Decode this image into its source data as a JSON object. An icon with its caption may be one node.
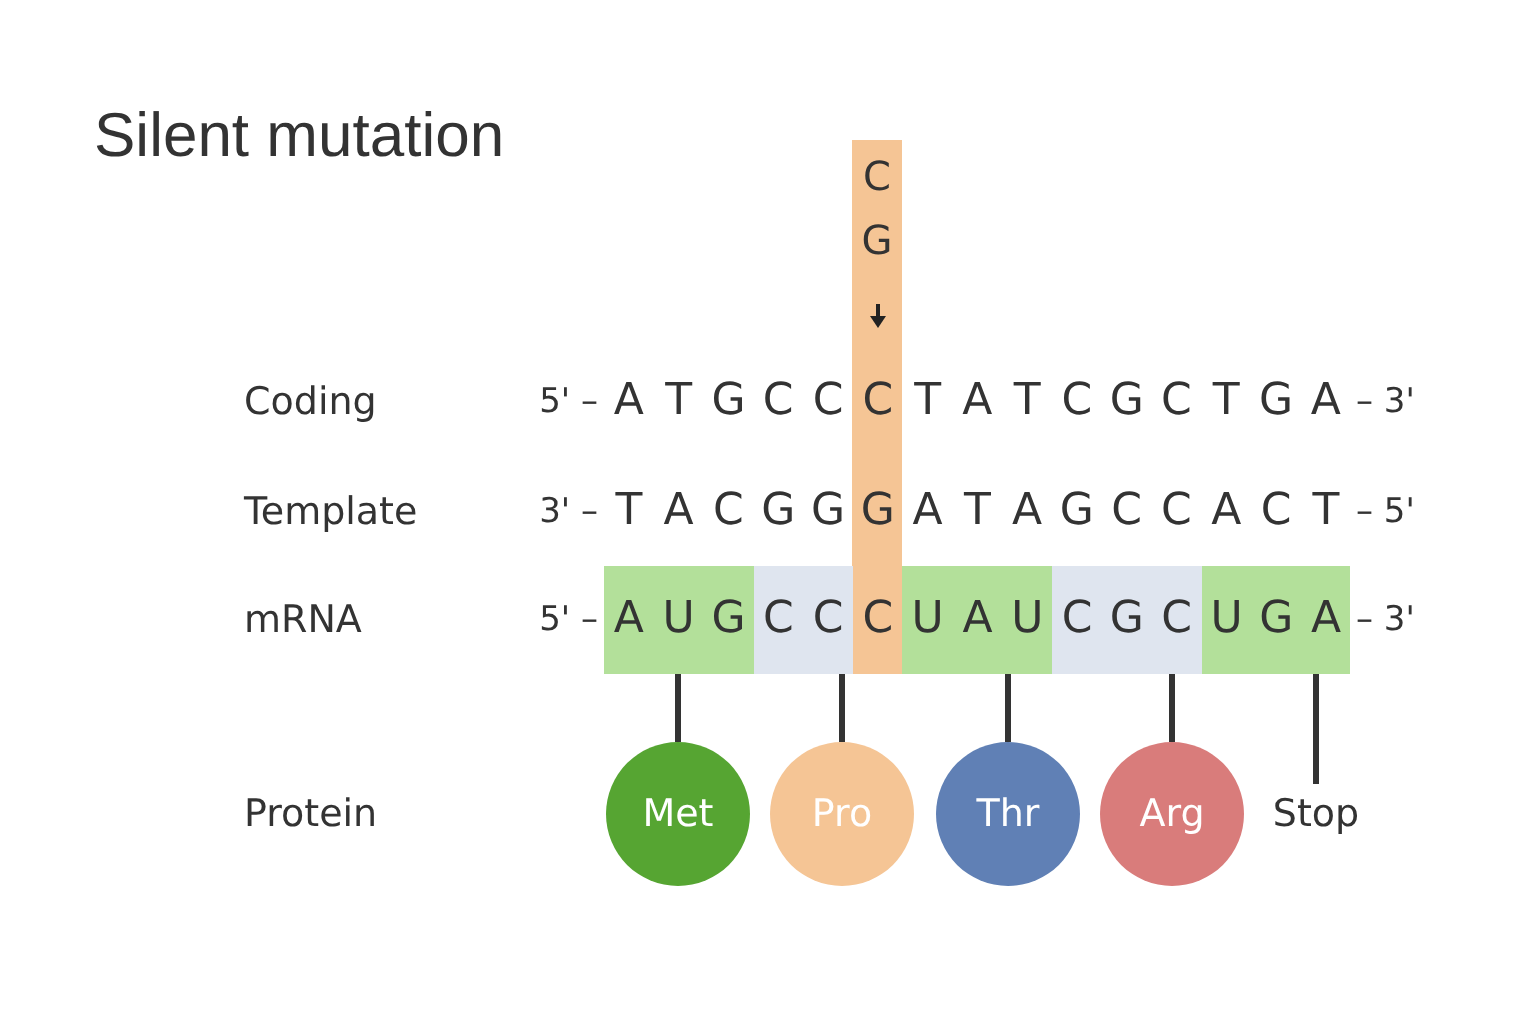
{
  "diagram": {
    "title": "Silent mutation",
    "nodes": [
      {
        "text": [
          "C",
          "G"
        ]
      },
      {
        "text": [
          "A U G"
        ]
      },
      {
        "text": [
          "C C C"
        ]
      },
      {
        "text": [
          "U A U"
        ]
      },
      {
        "text": [
          "C G C"
        ]
      },
      {
        "text": [
          "U G A"
        ]
      },
      {
        "text": [
          "Met"
        ]
      },
      {
        "text": [
          "Pro"
        ]
      },
      {
        "text": [
          "Thr"
        ]
      },
      {
        "text": [
          "Arg"
        ]
      },
      {
        "text": [
          "Stop"
        ]
      }
    ],
    "edges": [
      {
        "from": 1,
        "to": 6,
        "arrow": "none"
      },
      {
        "from": 2,
        "to": 7,
        "arrow": "none"
      },
      {
        "from": 3,
        "to": 8,
        "arrow": "none"
      },
      {
        "from": 4,
        "to": 9,
        "arrow": "none"
      },
      {
        "from": 5,
        "to": 10,
        "arrow": "none"
      }
    ],
    "labels": [
      "Coding",
      "5' –",
      "A T G C C C T A T C G C T G A",
      "– 3'",
      "Template",
      "3' –",
      "T A C G G G A T A G C C A C T",
      "– 5'",
      "mRNA",
      "5' –",
      "– 3'",
      "Protein"
    ]
  }
}
